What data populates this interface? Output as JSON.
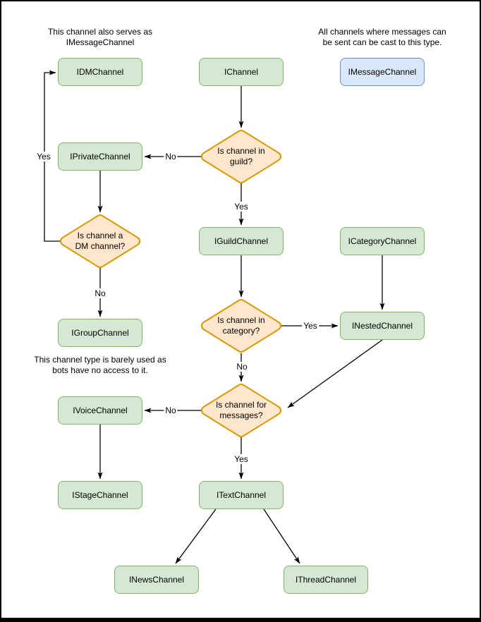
{
  "diagram": {
    "annotations": {
      "dm_note": "This channel also serves as\nIMessageChannel",
      "message_note": "All channels where messages can\nbe sent can be cast to this type.",
      "group_note": "This channel type is barely used as\nbots have no access to it."
    },
    "nodes": {
      "idm": "IDMChannel",
      "ichannel": "IChannel",
      "imessage": "IMessageChannel",
      "iprivate": "IPrivateChannel",
      "iguild": "IGuildChannel",
      "icategory": "ICategoryChannel",
      "inested": "INestedChannel",
      "igroup": "IGroupChannel",
      "ivoice": "IVoiceChannel",
      "istage": "IStageChannel",
      "itext": "ITextChannel",
      "inews": "INewsChannel",
      "ithread": "IThreadChannel"
    },
    "decisions": {
      "guild": "Is channel in\nguild?",
      "dm": "Is channel a\nDM channel?",
      "category": "Is channel in\ncategory?",
      "messages": "Is channel for\nmessages?"
    },
    "edge_labels": {
      "guild_no": "No",
      "guild_yes": "Yes",
      "dm_yes": "Yes",
      "dm_no": "No",
      "category_yes": "Yes",
      "category_no": "No",
      "messages_no": "No",
      "messages_yes": "Yes"
    },
    "colors": {
      "node_fill": "#d5e8d4",
      "node_stroke": "#82b366",
      "decision_fill": "#ffe6cc",
      "decision_stroke": "#d79b00",
      "message_fill": "#dae8fc",
      "message_stroke": "#6c8ebf",
      "line": "#000000",
      "page_border": "#000000",
      "background": "#ffffff"
    }
  }
}
